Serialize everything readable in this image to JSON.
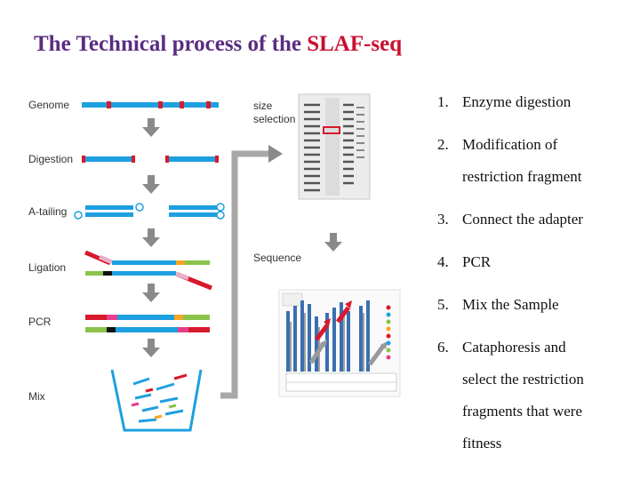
{
  "title": {
    "part1": "The Technical process of the ",
    "part2": "SLAF-seq"
  },
  "diagram": {
    "labels": [
      "Genome",
      "Digestion",
      "A-tailing",
      "Ligation",
      "PCR",
      "Mix"
    ],
    "size_selection": [
      "size",
      "selection"
    ],
    "sequence": "Sequence"
  },
  "steps": [
    {
      "num": "1.",
      "lines": [
        "Enzyme digestion"
      ]
    },
    {
      "num": "2.",
      "lines": [
        "Modification of",
        "restriction fragment"
      ]
    },
    {
      "num": "3.",
      "lines": [
        "Connect the adapter"
      ]
    },
    {
      "num": "4.",
      "lines": [
        "PCR"
      ]
    },
    {
      "num": "5.",
      "lines": [
        "Mix the Sample"
      ]
    },
    {
      "num": "6.",
      "lines": [
        "Cataphoresis and",
        "select the restriction",
        "fragments that were",
        "fitness"
      ]
    }
  ],
  "colors": {
    "title_main": "#5a2d82",
    "title_accent": "#c8102e",
    "dna": "#1ea0e0",
    "cut": "#d7192c",
    "adapter_green": "#8bc34a",
    "arrow": "#8a8a8a"
  }
}
